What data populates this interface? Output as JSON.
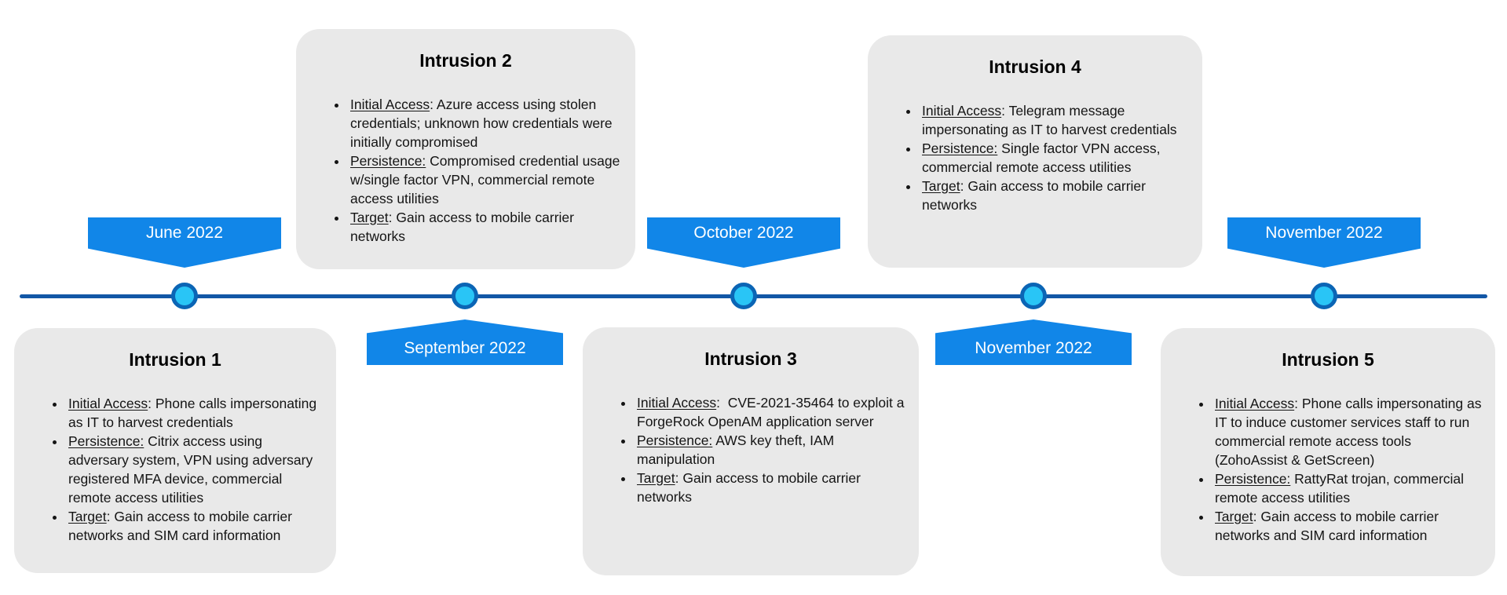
{
  "timeline": {
    "line_color": "#1257a6",
    "node_fill_color": "#29c5f6",
    "node_border_color": "#0b65b5",
    "banner_color": "#1186e8",
    "card_background_color": "#e9e9e9",
    "events": [
      {
        "date": "June 2022",
        "position": "above"
      },
      {
        "date": "September 2022",
        "position": "below"
      },
      {
        "date": "October 2022",
        "position": "above"
      },
      {
        "date": "November 2022",
        "position": "below"
      },
      {
        "date": "November 2022",
        "position": "above"
      }
    ]
  },
  "cards": [
    {
      "title": "Intrusion 1",
      "items": [
        {
          "label": "Initial Access",
          "rest": ": Phone calls impersonating as IT to harvest credentials"
        },
        {
          "label": "Persistence:",
          "rest": " Citrix access using adversary system, VPN using adversary registered MFA device, commercial remote access utilities"
        },
        {
          "label": "Target",
          "rest": ": Gain access to mobile carrier networks and SIM card information"
        }
      ]
    },
    {
      "title": "Intrusion 2",
      "items": [
        {
          "label": "Initial Access",
          "rest": ": Azure access using stolen credentials; unknown how credentials were initially compromised"
        },
        {
          "label": "Persistence:",
          "rest": " Compromised credential usage w/single factor VPN, commercial remote access utilities"
        },
        {
          "label": "Target",
          "rest": ": Gain access to mobile carrier networks"
        }
      ]
    },
    {
      "title": "Intrusion 3",
      "items": [
        {
          "label": "Initial Access",
          "rest": ":  CVE-2021-35464 to exploit a ForgeRock OpenAM application server"
        },
        {
          "label": "Persistence:",
          "rest": " AWS key theft, IAM manipulation"
        },
        {
          "label": "Target",
          "rest": ": Gain access to mobile carrier networks"
        }
      ]
    },
    {
      "title": "Intrusion 4",
      "items": [
        {
          "label": "Initial Access",
          "rest": ": Telegram message impersonating as IT to harvest credentials"
        },
        {
          "label": "Persistence:",
          "rest": " Single factor VPN access, commercial remote access utilities"
        },
        {
          "label": "Target",
          "rest": ": Gain access to mobile carrier networks"
        }
      ]
    },
    {
      "title": "Intrusion 5",
      "items": [
        {
          "label": "Initial Access",
          "rest": ": Phone calls impersonating as IT to induce customer services staff to run commercial remote access tools (ZohoAssist & GetScreen)"
        },
        {
          "label": "Persistence:",
          "rest": " RattyRat trojan, commercial remote access utilities"
        },
        {
          "label": "Target",
          "rest": ": Gain access to mobile carrier networks and SIM card information"
        }
      ]
    }
  ]
}
